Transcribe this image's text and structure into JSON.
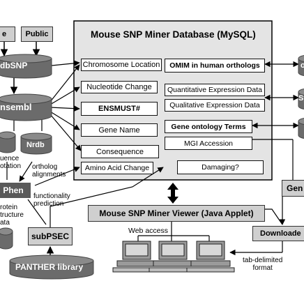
{
  "db_panel": {
    "title": "Mouse SNP Miner Database (MySQL)",
    "fields_left": [
      "Chromosome Location",
      "Nucleotide Change",
      "ENSMUST#",
      "Gene Name",
      "Consequence",
      "Amino Acid Change"
    ],
    "omim": "OMIM in human orthologs",
    "quant": "Quantitative Expression Data",
    "qual": "Qualitative Expression Data",
    "go_terms": "Gene ontology Terms",
    "mgi": "MGI Accession",
    "damaging": "Damaging?"
  },
  "sources": {
    "private_partial": "e",
    "public": "Public",
    "dbsnp": "dbSNP",
    "ensembl": "nsembl",
    "nrdb": "Nrdb",
    "phen": "Phen",
    "subpsec": "subPSEC",
    "panther": "PANTHER library",
    "right_top_partial": "o",
    "right_mid_partial": "Sy",
    "gen_partial": "Gen"
  },
  "labels": {
    "sequence_annotation": [
      "uence",
      "otation"
    ],
    "ortholog_alignments": [
      "ortholog",
      "alignments"
    ],
    "protein_structure": [
      "rotein",
      "tructure",
      "ata"
    ],
    "functionality_prediction": [
      "functionality",
      "prediction"
    ],
    "web_access": "Web access",
    "tab_delimited": [
      "tab-delimited",
      "format"
    ]
  },
  "viewer": {
    "title": "Mouse SNP Miner Viewer (Java Applet)",
    "downloader": "Downloade"
  }
}
